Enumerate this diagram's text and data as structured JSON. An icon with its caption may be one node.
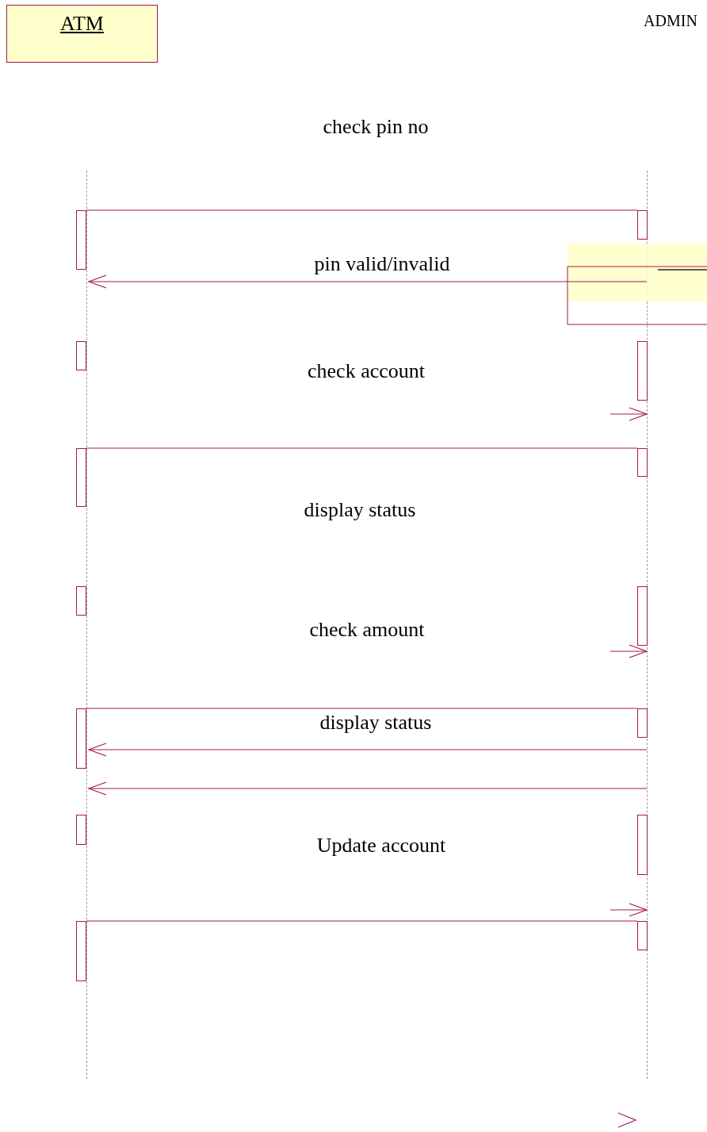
{
  "diagram": {
    "nodes": [
      {
        "text": [
          "ATM"
        ]
      },
      {
        "text": [
          "ADMIN"
        ]
      },
      {
        "text": [],
        "shape": "line"
      },
      {
        "text": [],
        "shape": "line"
      },
      {
        "text": [],
        "shape": "bar"
      },
      {
        "text": [],
        "shape": "bar"
      },
      {
        "text": [],
        "shape": "bar"
      },
      {
        "text": [],
        "shape": "bar"
      },
      {
        "text": [],
        "shape": "bar"
      },
      {
        "text": [],
        "shape": "bar"
      },
      {
        "text": [],
        "shape": "bar"
      },
      {
        "text": [],
        "shape": "bar"
      },
      {
        "text": [],
        "shape": "bar"
      },
      {
        "text": [],
        "shape": "bar"
      },
      {
        "text": [],
        "shape": "bar"
      },
      {
        "text": [],
        "shape": "bar"
      },
      {
        "text": [],
        "shape": "bar"
      },
      {
        "text": [],
        "shape": "bar"
      }
    ],
    "edges": [
      {
        "from": 4,
        "to": 5,
        "arrow": "none"
      },
      {
        "from": 3,
        "to": 2,
        "arrow": "to",
        "label": "pin valid/invalid"
      },
      {
        "from": 8,
        "to": 9,
        "arrow": "none"
      },
      {
        "from": 12,
        "to": 13,
        "arrow": "none"
      },
      {
        "from": 3,
        "to": 2,
        "arrow": "to",
        "label": "display status"
      },
      {
        "from": 3,
        "to": 2,
        "arrow": "to"
      },
      {
        "from": 16,
        "to": 17,
        "arrow": "none"
      },
      {
        "from": null,
        "to": 3,
        "arrow": "to"
      },
      {
        "from": null,
        "to": 3,
        "arrow": "to"
      },
      {
        "from": null,
        "to": 3,
        "arrow": "to"
      }
    ],
    "labels": [
      "check pin no",
      "check account",
      "display status",
      "check amount",
      "Update account"
    ]
  }
}
